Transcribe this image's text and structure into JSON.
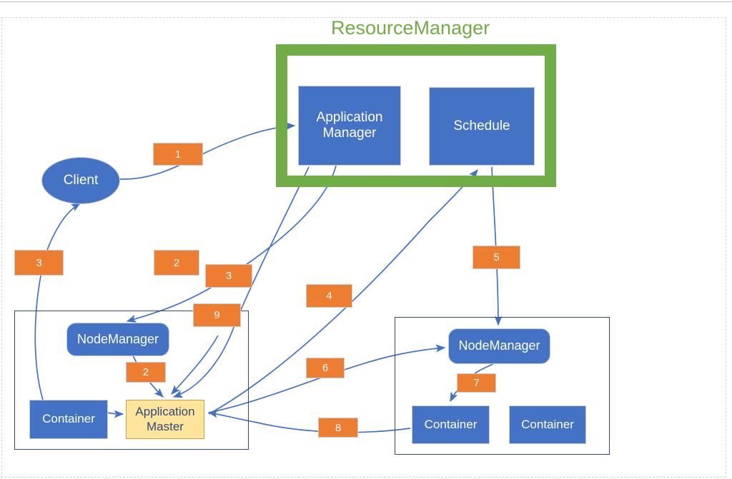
{
  "diagram": {
    "title": "ResourceManager",
    "title_color": "#70ad47",
    "colors": {
      "node_blue": "#4472c4",
      "label_orange": "#ed7d31",
      "frame_green": "#70ad47",
      "master_yellow": "#ffe49c",
      "group_border": "#2f4a7c",
      "arrow_blue": "#4472c4"
    },
    "nodes": {
      "application_manager": "Application\nManager",
      "application_manager_line1": "Application",
      "application_manager_line2": "Manager",
      "schedule": "Schedule",
      "client": "Client",
      "node_manager_left": "NodeManager",
      "node_manager_right": "NodeManager",
      "container_left": "Container",
      "container_right_1": "Container",
      "container_right_2": "Container",
      "application_master_line1": "Application",
      "application_master_line2": "Master"
    },
    "step_labels": [
      {
        "id": "label-1",
        "text": "1"
      },
      {
        "id": "label-3a",
        "text": "3"
      },
      {
        "id": "label-2a",
        "text": "2"
      },
      {
        "id": "label-3b",
        "text": "3"
      },
      {
        "id": "label-9",
        "text": "9"
      },
      {
        "id": "label-4",
        "text": "4"
      },
      {
        "id": "label-5",
        "text": "5"
      },
      {
        "id": "label-2b",
        "text": "2"
      },
      {
        "id": "label-6",
        "text": "6"
      },
      {
        "id": "label-7",
        "text": "7"
      },
      {
        "id": "label-8",
        "text": "8"
      }
    ]
  }
}
